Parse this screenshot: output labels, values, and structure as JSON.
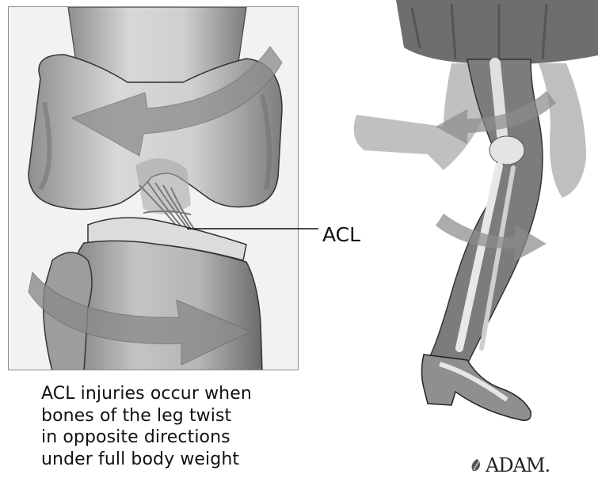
{
  "callouts": {
    "acl": "ACL"
  },
  "caption": {
    "lines": [
      "ACL injuries occur when",
      "bones of the leg twist",
      "in opposite directions",
      "under full body weight"
    ]
  },
  "brand": {
    "logo_text": "ADAM."
  },
  "icons": {
    "upper_twist": "curved-arrow-left-icon",
    "lower_twist": "curved-arrow-right-icon",
    "logo_mark": "leaf-logo-icon"
  },
  "colors": {
    "arrow_fill": "#8f8f8f",
    "bone_light": "#e6e6e6",
    "bone_shadow": "#9a9a9a",
    "line": "#111111"
  }
}
